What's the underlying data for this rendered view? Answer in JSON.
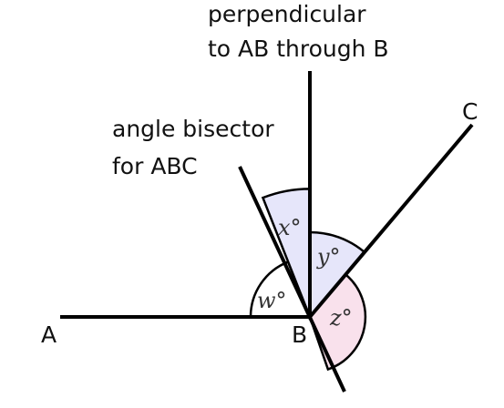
{
  "labels": {
    "perpendicular_line1": "perpendicular",
    "perpendicular_line2": "to AB through B",
    "bisector_line1": "angle bisector",
    "bisector_line2": "for ABC",
    "point_a": "A",
    "point_b": "B",
    "point_c": "C"
  },
  "angles": {
    "w": "w°",
    "x": "x°",
    "y": "y°",
    "z": "z°"
  },
  "colors": {
    "w_fill": "#ffffff",
    "x_fill": "#e6e6fa",
    "y_fill": "#e6e6fa",
    "z_fill": "#f9e1ec",
    "line": "#000000"
  }
}
